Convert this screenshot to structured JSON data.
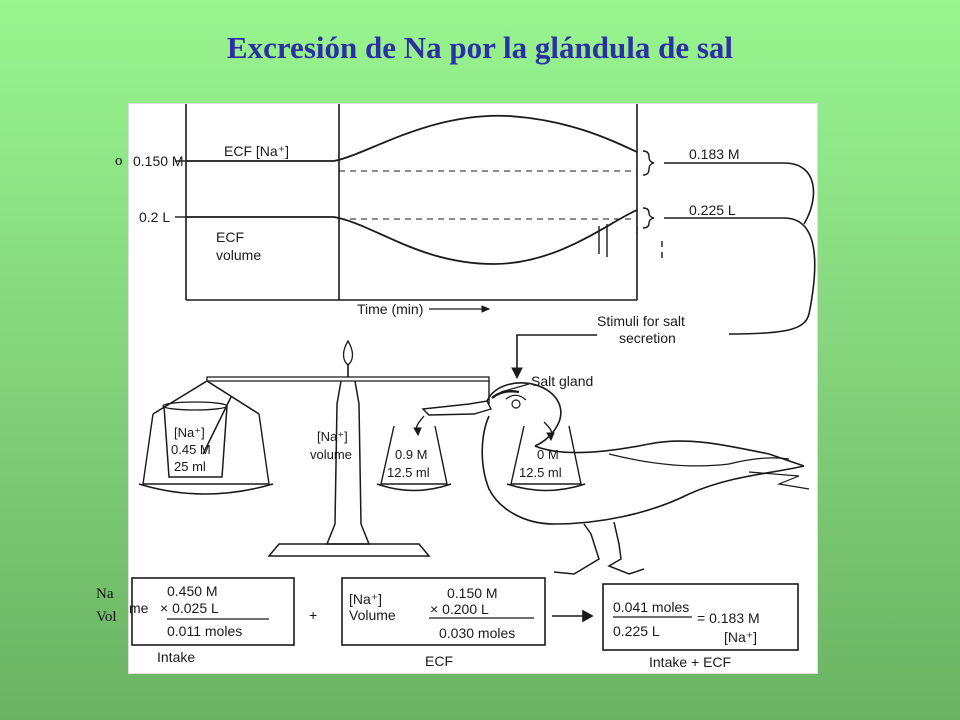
{
  "title": "Excresión de Na por la glándula de sal",
  "side_labels": {
    "o": "o",
    "na": "Na",
    "vol": "Vol"
  },
  "graph": {
    "ecf_na_label": "ECF [Na⁺]",
    "ecf_na_value": "0.150 M",
    "ecf_na_result": "0.183 M",
    "ecf_vol_label_1": "ECF",
    "ecf_vol_label_2": "volume",
    "ecf_vol_value": "0.2 L",
    "ecf_vol_result": "0.225 L",
    "time_label": "Time (min)"
  },
  "stimuli": {
    "line1": "Stimuli for salt",
    "line2": "secretion"
  },
  "bird": {
    "salt_gland_label": "Salt gland"
  },
  "balance": {
    "center_label_1": "[Na⁺]",
    "center_label_2": "volume",
    "left_pan": {
      "line1": "[Na⁺]",
      "line2": "0.45 M",
      "line3": "25 ml"
    },
    "pan_salt": {
      "line1": "0.9 M",
      "line2": "12.5 ml"
    },
    "pan_water": {
      "line1": "0 M",
      "line2": "12.5 ml"
    }
  },
  "boxes": {
    "intake": {
      "row1": "0.450 M",
      "row2_prefix": "me",
      "row2": "× 0.025 L",
      "row3": "0.011 moles",
      "caption": "Intake"
    },
    "plus": "+",
    "ecf": {
      "label1": "[Na⁺]",
      "label2": "Volume",
      "row1": "0.150 M",
      "row2": "× 0.200 L",
      "row3": "0.030 moles",
      "caption": "ECF"
    },
    "result": {
      "numerator": "0.041 moles",
      "denominator": "0.225 L",
      "equals": "= 0.183 M",
      "unit": "[Na⁺]",
      "caption": "Intake + ECF"
    }
  }
}
